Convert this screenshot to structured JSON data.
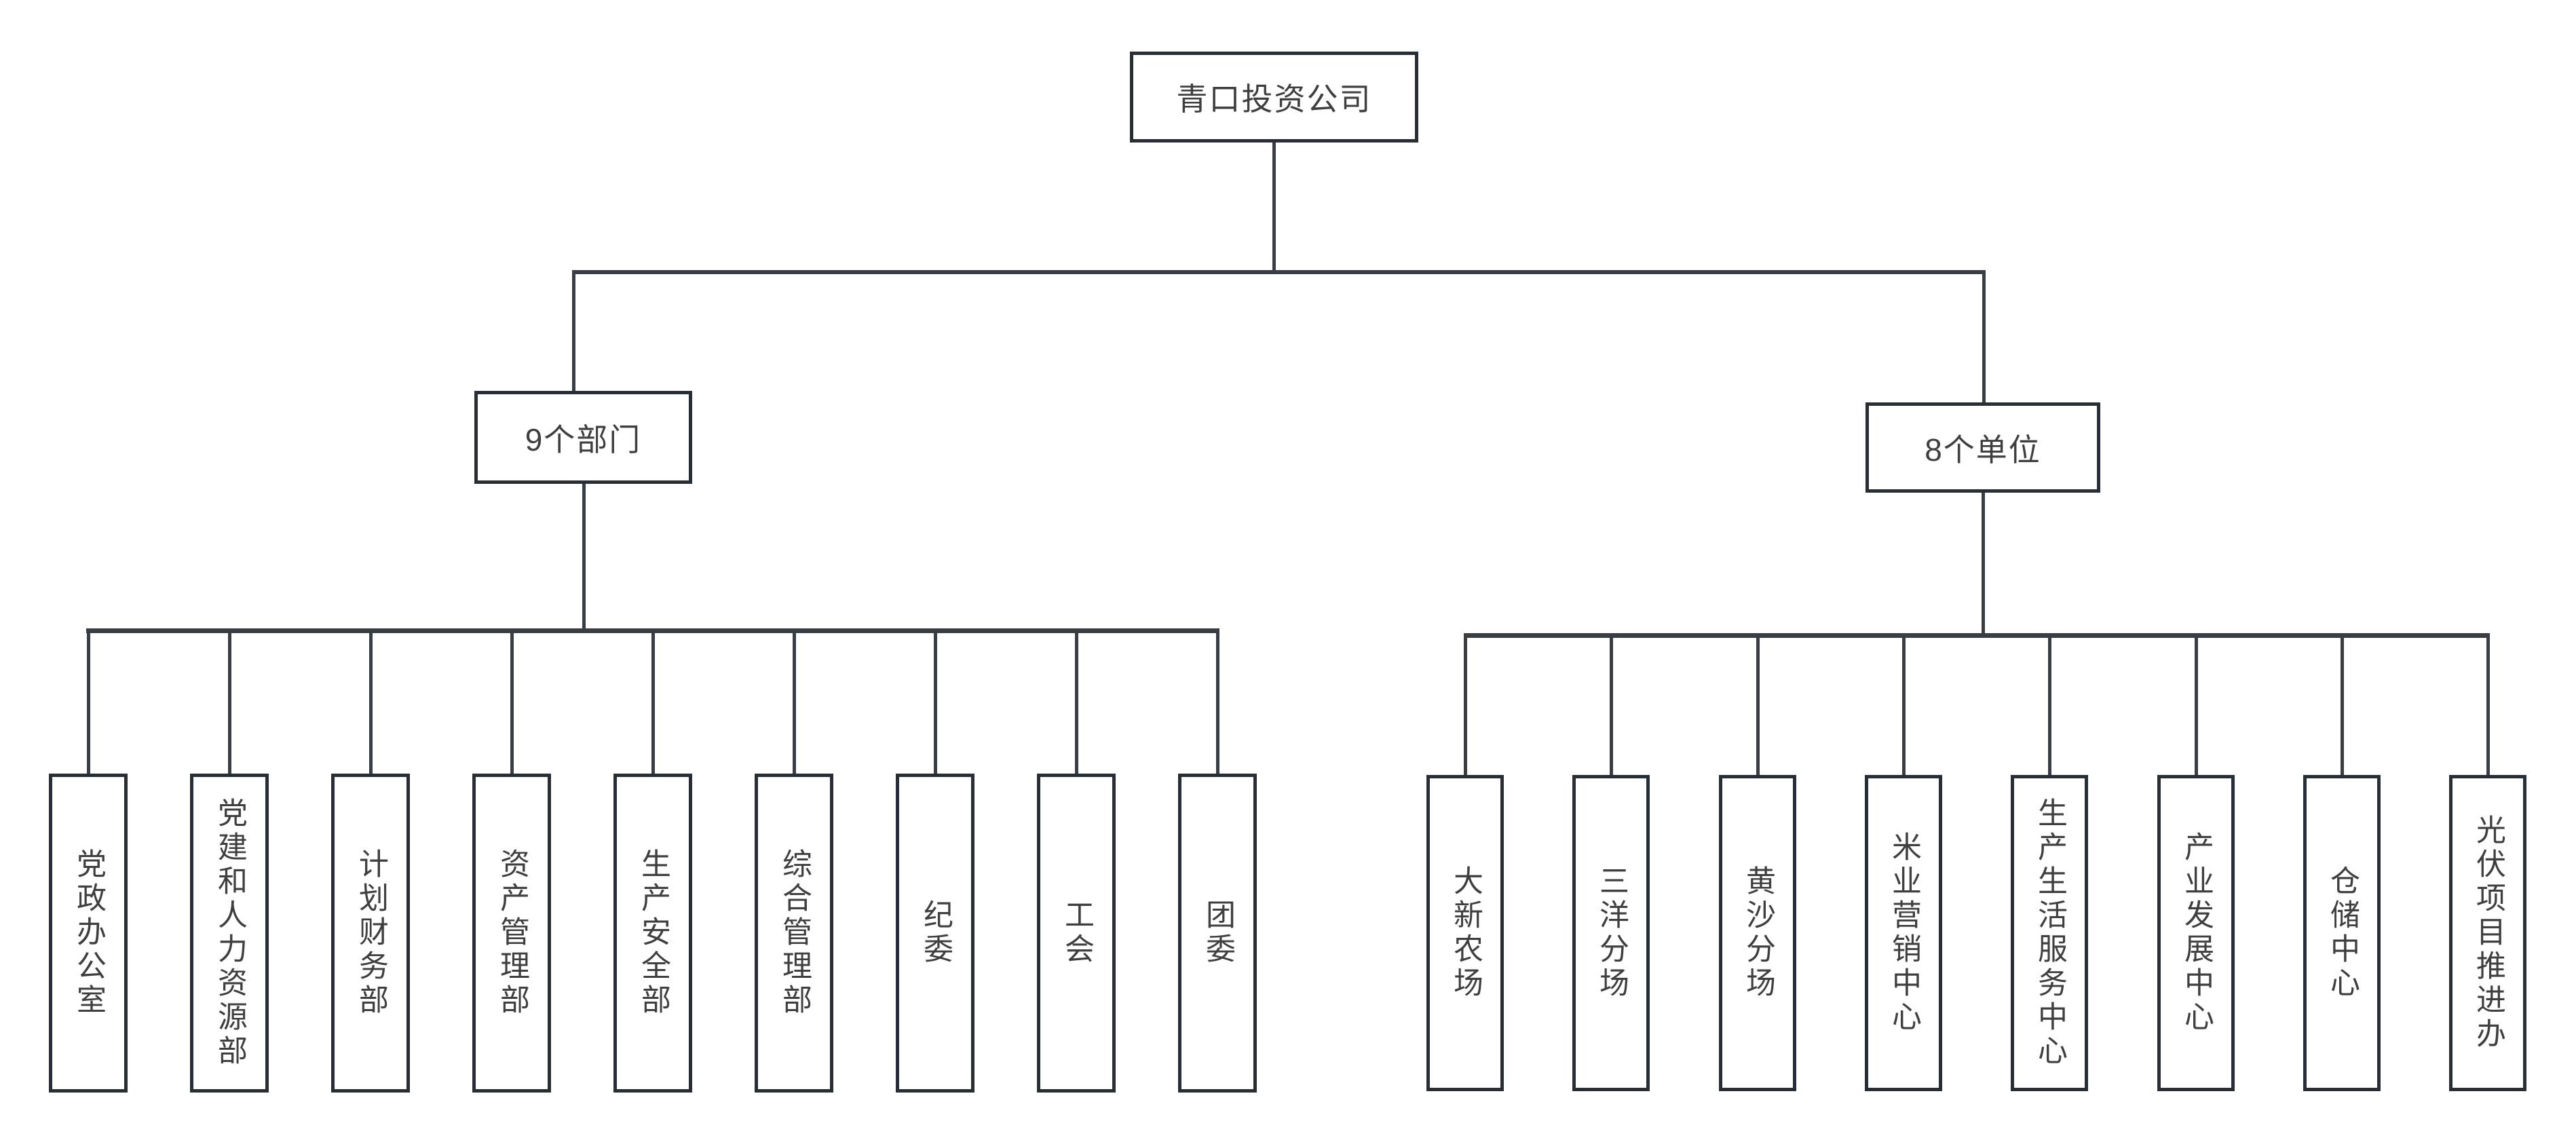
{
  "root": {
    "label": "青口投资公司"
  },
  "branches": [
    {
      "label": "9个部门",
      "items": [
        "党政办公室",
        "党建和人力资源部",
        "计划财务部",
        "资产管理部",
        "生产安全部",
        "综合管理部",
        "纪委",
        "工会",
        "团委"
      ]
    },
    {
      "label": "8个单位",
      "items": [
        "大新农场",
        "三洋分场",
        "黄沙分场",
        "米业营销中心",
        "生产生活服务中心",
        "产业发展中心",
        "仓储中心",
        "光伏项目推进办"
      ]
    }
  ],
  "colors": {
    "bg": "#ffffff",
    "line": "#383e44",
    "border": "#272e36",
    "text": "#3f3f3f"
  }
}
